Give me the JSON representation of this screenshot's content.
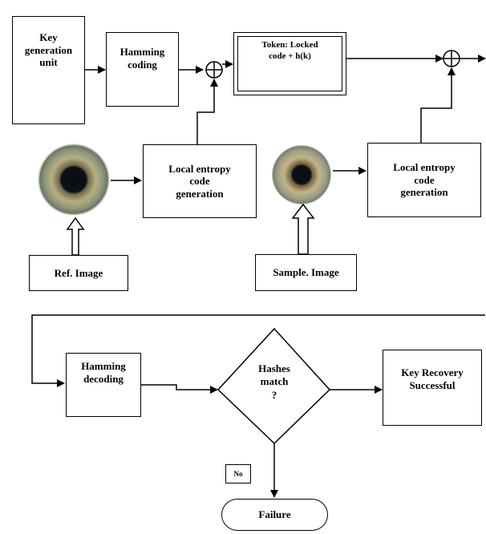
{
  "blocks": {
    "key_generation": "Key\ngeneration\nunit",
    "hamming_coding": "Hamming\ncoding",
    "token": "Token: Locked\ncode + h(k)",
    "local_entropy_left": "Local entropy\ncode\ngeneration",
    "local_entropy_right": "Local entropy\ncode\ngeneration",
    "ref_image": "Ref. Image",
    "sample_image": "Sample. Image",
    "hamming_decoding": "Hamming\ndecoding",
    "hashes_match": "Hashes\nmatch\n?",
    "key_recovery": "Key Recovery\nSuccessful",
    "no_label": "No",
    "failure": "Failure"
  },
  "colors": {
    "line": "#000000",
    "iris_outer": "#8a9472",
    "iris_mid": "#b9b48a",
    "pupil": "#101418"
  }
}
